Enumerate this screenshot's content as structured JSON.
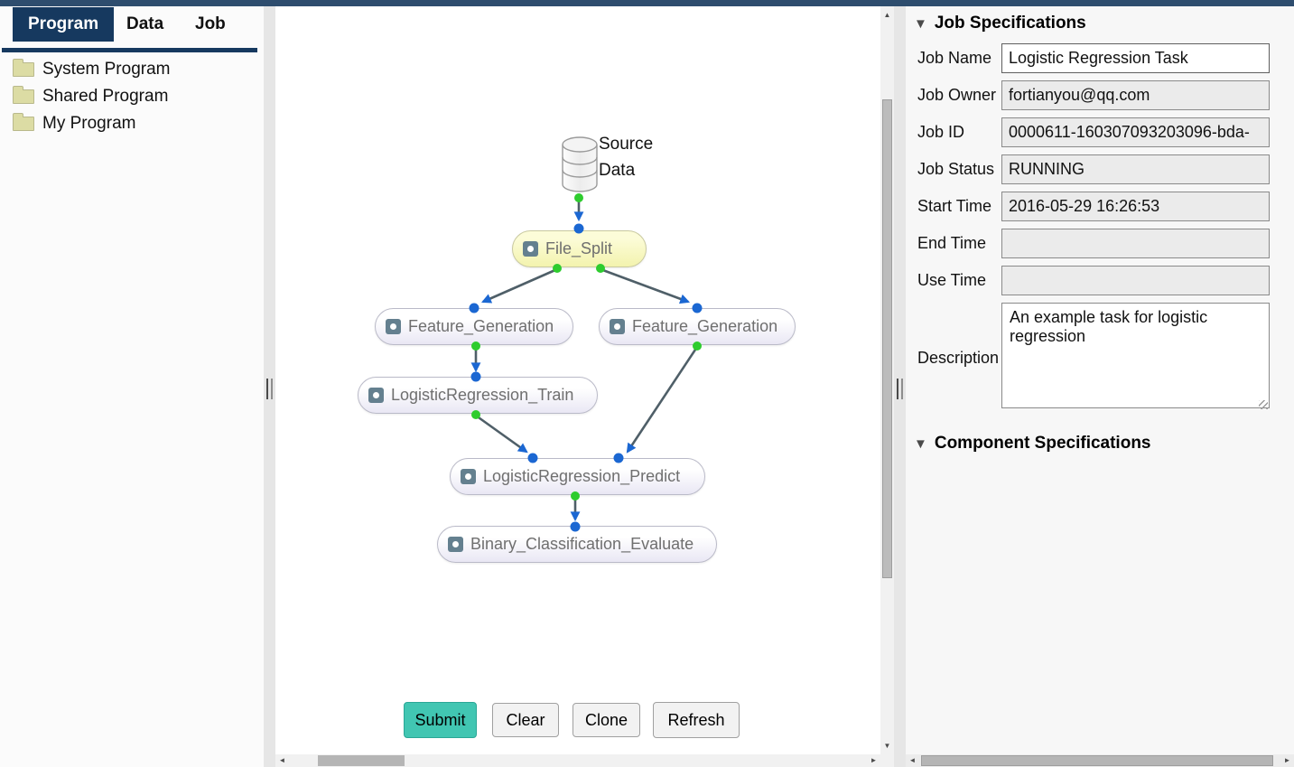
{
  "sidebar": {
    "tabs": [
      {
        "label": "Program",
        "active": true
      },
      {
        "label": "Data",
        "active": false
      },
      {
        "label": "Job",
        "active": false
      }
    ],
    "folders": [
      {
        "label": "System Program"
      },
      {
        "label": "Shared Program"
      },
      {
        "label": "My Program"
      }
    ]
  },
  "canvas": {
    "source": {
      "label": "Source Data"
    },
    "nodes": [
      {
        "label": "File_Split"
      },
      {
        "label": "Feature_Generation"
      },
      {
        "label": "Feature_Generation"
      },
      {
        "label": "LogisticRegression_Train"
      },
      {
        "label": "LogisticRegression_Predict"
      },
      {
        "label": "Binary_Classification_Evaluate"
      }
    ],
    "buttons": [
      {
        "label": "Submit"
      },
      {
        "label": "Clear"
      },
      {
        "label": "Clone"
      },
      {
        "label": "Refresh"
      }
    ]
  },
  "panel": {
    "sections": [
      {
        "title": "Job Specifications"
      },
      {
        "title": "Component Specifications"
      }
    ],
    "fields": [
      {
        "label": "Job Name",
        "value": "Logistic Regression Task"
      },
      {
        "label": "Job Owner",
        "value": "fortianyou@qq.com"
      },
      {
        "label": "Job ID",
        "value": "0000611-160307093203096-bda-"
      },
      {
        "label": "Job Status",
        "value": "RUNNING"
      },
      {
        "label": "Start Time",
        "value": "2016-05-29 16:26:53"
      },
      {
        "label": "End Time",
        "value": ""
      },
      {
        "label": "Use Time",
        "value": ""
      }
    ],
    "description": {
      "label": "Description",
      "value": "An example task for logistic regression"
    }
  },
  "icons": {
    "collapse": "▼",
    "scroll_up": "▲",
    "scroll_down": "▼",
    "scroll_left": "◄",
    "scroll_right": "►"
  },
  "colors": {
    "navy": "#16395f",
    "top_strip": "#2e4d6e",
    "submit_teal": "#41c6b2",
    "node_yellow": "#f9f9c4",
    "port_green": "#2ecc2e",
    "port_blue": "#1b67d2",
    "edge_gray": "#4f5f68"
  }
}
